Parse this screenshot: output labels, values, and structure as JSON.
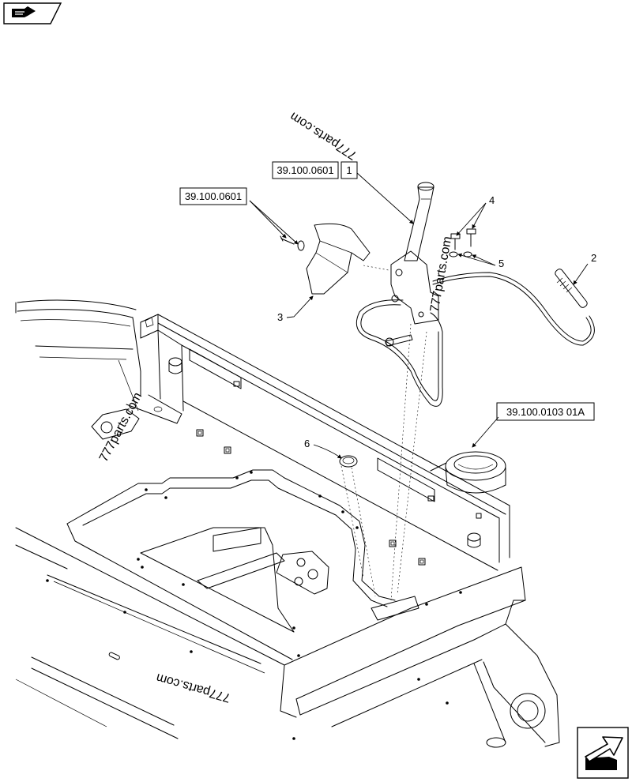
{
  "page": {
    "background": "#ffffff",
    "line_color": "#000000"
  },
  "icons": {
    "top_left": "manual-hand-icon",
    "bottom_right": "next-page-arrow-icon"
  },
  "callouts": {
    "lever_ref": {
      "code": "39.100.0601",
      "item": "1"
    },
    "cover_ref": {
      "code": "39.100.0601"
    },
    "frame_ref": {
      "code": "39.100.0103 01A"
    },
    "item_2": "2",
    "item_3": "3",
    "item_4": "4",
    "item_5": "5",
    "item_6": "6"
  },
  "watermarks": [
    "777parts.com",
    "777parts.com",
    "777parts.com",
    "777parts.com"
  ]
}
